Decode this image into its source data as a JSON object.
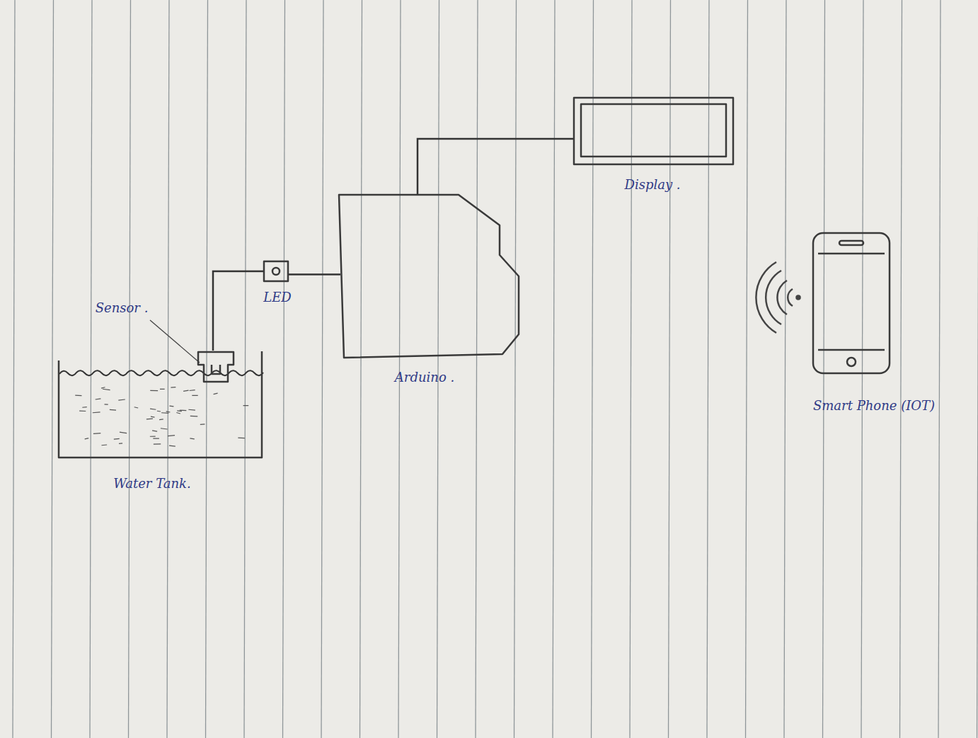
{
  "diagram": {
    "nodes": [
      {
        "text": [
          "Water Tank."
        ]
      },
      {
        "text": [
          "Sensor ."
        ],
        "in": 0
      },
      {
        "text": [
          "LED"
        ]
      },
      {
        "text": [
          "Arduino ."
        ]
      },
      {
        "text": [
          "Display ."
        ]
      },
      {
        "text": [
          "Smart Phone (IOT)"
        ]
      }
    ],
    "edges": [
      {
        "from": 1,
        "to": 2,
        "arrow": "none"
      },
      {
        "from": 2,
        "to": 3,
        "arrow": "none"
      },
      {
        "from": 3,
        "to": 4,
        "arrow": "none"
      }
    ]
  }
}
